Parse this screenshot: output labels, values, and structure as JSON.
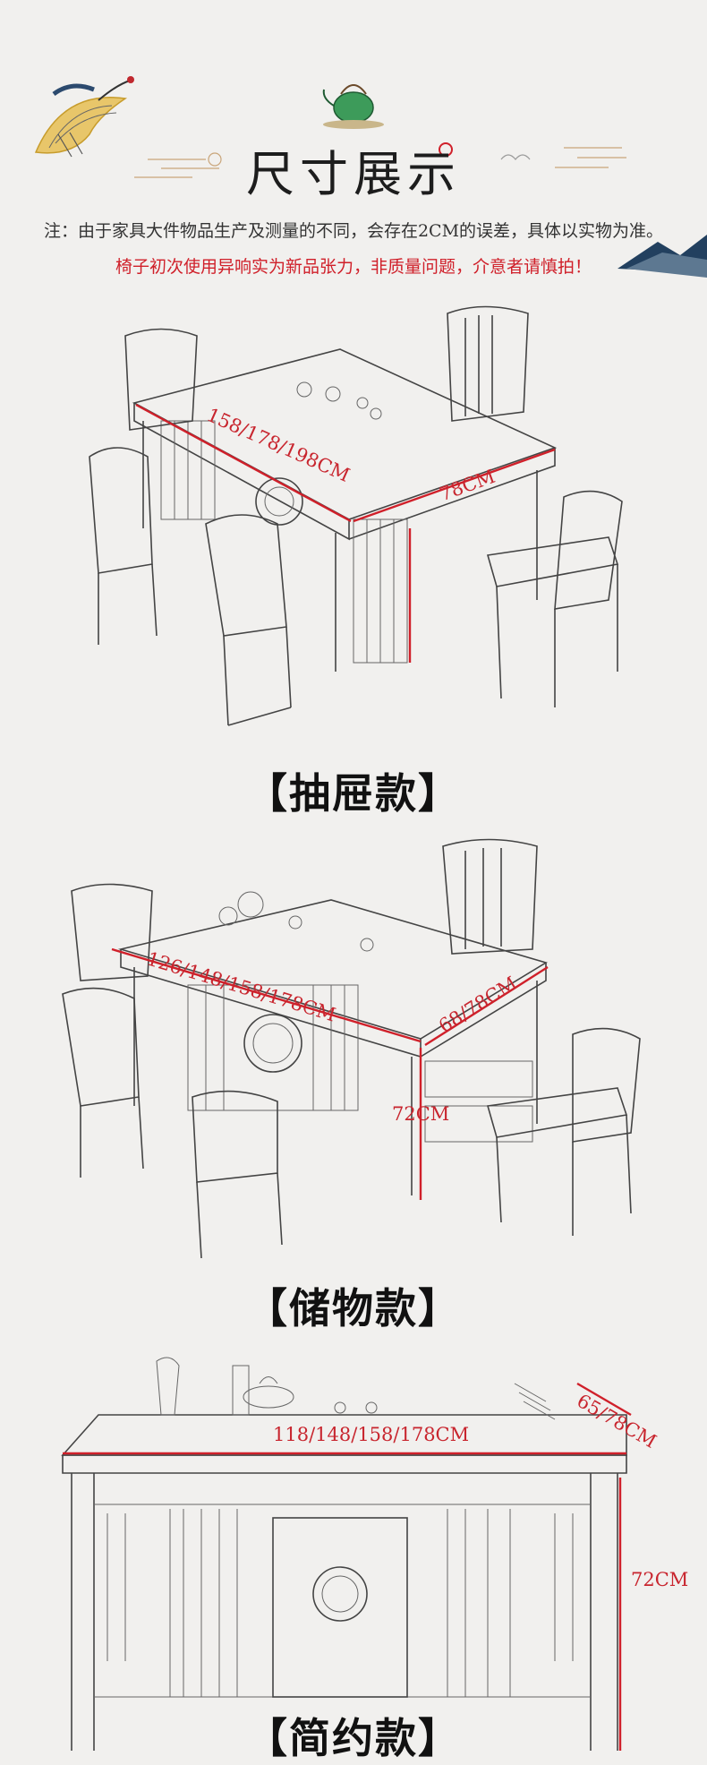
{
  "header": {
    "title": "尺寸展示",
    "note_line1": "注：由于家具大件物品生产及测量的不同，会存在2CM的误差，具体以实物为准。",
    "note_line2": "椅子初次使用异响实为新品张力，非质量问题，介意者请慎拍！"
  },
  "products": [
    {
      "label": "【抽屉款】",
      "dimensions": {
        "length": "158/178/198CM",
        "width": "78CM"
      }
    },
    {
      "label": "【储物款】",
      "dimensions": {
        "length": "126/148/158/178CM",
        "width": "68/78CM",
        "height": "72CM"
      }
    },
    {
      "label": "【简约款】",
      "dimensions": {
        "length": "118/148/158/178CM",
        "width": "65/78CM",
        "height": "72CM"
      }
    }
  ],
  "colors": {
    "background": "#f1f0ee",
    "dimension_red": "#d0202a",
    "text": "#222222"
  },
  "icons": [
    "crane-icon",
    "teapot-icon",
    "cloud-icon",
    "mountain-icon",
    "sun-icon"
  ]
}
